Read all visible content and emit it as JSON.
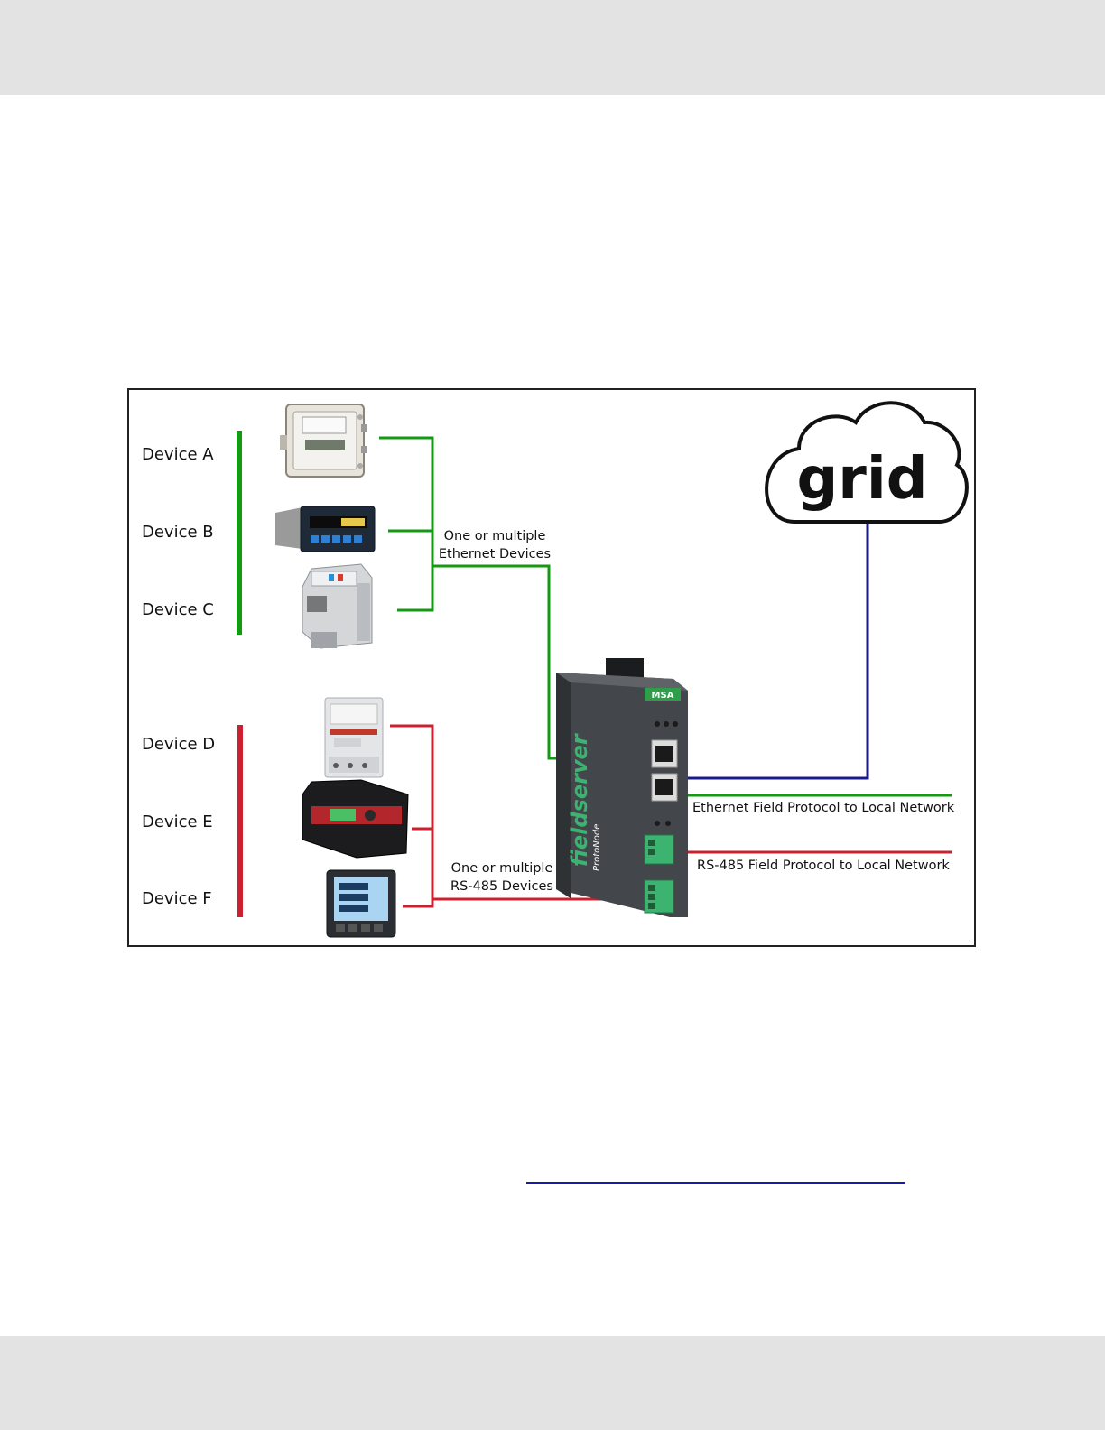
{
  "devices": {
    "ethernet": [
      {
        "label": "Device A"
      },
      {
        "label": "Device B"
      },
      {
        "label": "Device C"
      }
    ],
    "rs485": [
      {
        "label": "Device D"
      },
      {
        "label": "Device E"
      },
      {
        "label": "Device F"
      }
    ]
  },
  "notes": {
    "ethernet_group": [
      "One or multiple",
      "Ethernet Devices"
    ],
    "rs485_group": [
      "One or multiple",
      "RS-485 Devices"
    ],
    "ethernet_link": "Ethernet Field Protocol to Local Network",
    "rs485_link": "RS-485 Field Protocol to Local Network"
  },
  "cloud": {
    "label": "grid"
  },
  "gateway": {
    "brand": "MSA",
    "name": "fieldserver",
    "model": "ProtoNode"
  },
  "colors": {
    "ethernet": "#139a13",
    "rs485": "#cc1f2f",
    "uplink": "#1a1a8c",
    "frame": "#222222",
    "gateway_body": "#4a4d51",
    "terminal": "#3cb371"
  }
}
